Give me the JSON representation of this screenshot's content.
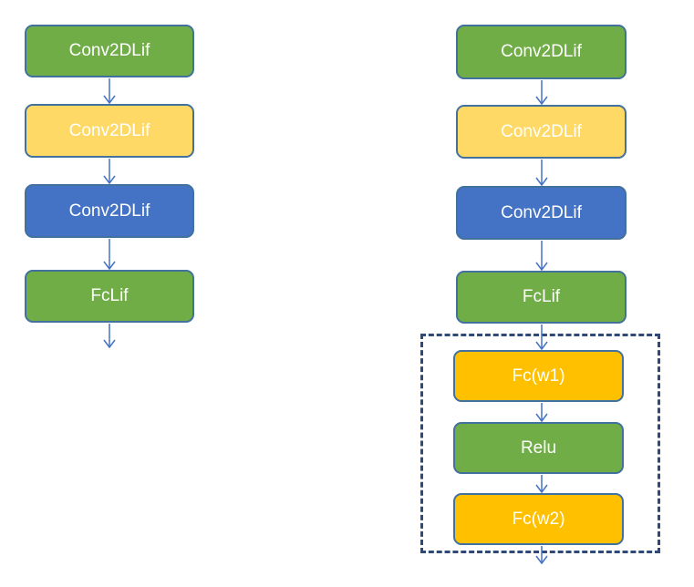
{
  "colors": {
    "green": "#70ad47",
    "light_yellow": "#ffd966",
    "blue": "#4472c4",
    "gold": "#ffc000",
    "border": "#41719c",
    "arrow": "#4472c4",
    "dashed": "#2f4a78"
  },
  "left_stack": {
    "nodes": [
      {
        "label": "Conv2DLif",
        "color": "green"
      },
      {
        "label": "Conv2DLif",
        "color": "light_yellow"
      },
      {
        "label": "Conv2DLif",
        "color": "blue"
      },
      {
        "label": "FcLif",
        "color": "green"
      }
    ]
  },
  "right_stack": {
    "nodes": [
      {
        "label": "Conv2DLif",
        "color": "green"
      },
      {
        "label": "Conv2DLif",
        "color": "light_yellow"
      },
      {
        "label": "Conv2DLif",
        "color": "blue"
      },
      {
        "label": "FcLif",
        "color": "green"
      }
    ],
    "mlp_block": {
      "nodes": [
        {
          "label": "Fc(w1)",
          "color": "gold"
        },
        {
          "label": "Relu",
          "color": "green"
        },
        {
          "label": "Fc(w2)",
          "color": "gold"
        }
      ]
    }
  }
}
